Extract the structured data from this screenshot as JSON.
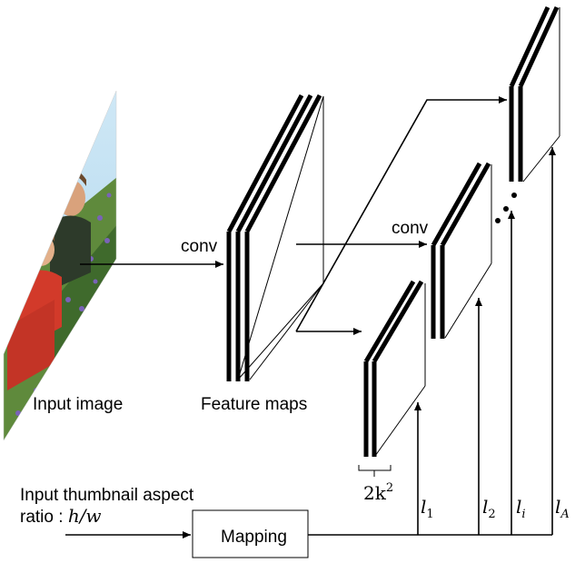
{
  "labels": {
    "input_image": "Input image",
    "feature_maps": "Feature maps",
    "conv_first": "conv",
    "conv_second": "conv",
    "mapping": "Mapping",
    "aspect_line1": "Input thumbnail aspect",
    "aspect_line2": "ratio : ",
    "aspect_math": "h/w",
    "channels_base": "2k",
    "channels_exp": "2",
    "l_symbol": "l",
    "l_sub_1": "1",
    "l_sub_2": "2",
    "l_sub_i": "i",
    "l_sub_A": "A"
  },
  "photo": {
    "sky_color": "#bfe0f2",
    "grass_color": "#4c7a34",
    "shirt_color": "#d23a2a",
    "flower_color": "#7a63b8"
  }
}
